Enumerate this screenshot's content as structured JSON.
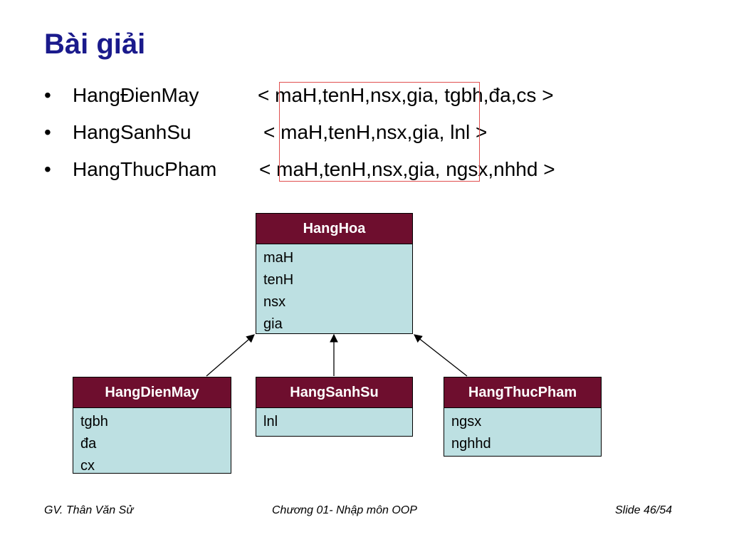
{
  "slide": {
    "title": "Bài giải",
    "bullets": [
      {
        "marker": "•",
        "name": "HangĐienMay",
        "attrs": "< maH,tenH,nsx,gia, tgbh,đa,cs >"
      },
      {
        "marker": "•",
        "name": "HangSanhSu",
        "attrs": "< maH,tenH,nsx,gia, lnl >"
      },
      {
        "marker": "•",
        "name": "HangThucPham",
        "attrs": "< maH,tenH,nsx,gia, ngsx,nhhd >"
      }
    ]
  },
  "diagram": {
    "base": {
      "name": "HangHoa",
      "attrs": [
        "maH",
        "tenH",
        "nsx",
        "gia"
      ]
    },
    "derived": [
      {
        "name": "HangDienMay",
        "attrs": [
          "tgbh",
          "đa",
          "cx"
        ]
      },
      {
        "name": "HangSanhSu",
        "attrs": [
          "lnl"
        ]
      },
      {
        "name": "HangThucPham",
        "attrs": [
          "ngsx",
          "nghhd"
        ]
      }
    ],
    "colors": {
      "header": "#6e0e2e",
      "body": "#bde0e2",
      "title": "#1a1a8c",
      "highlight": "#e05050"
    }
  },
  "footer": {
    "left": "GV. Thân Văn Sử",
    "center": "Chương 01- Nhập môn OOP",
    "right": "Slide 46/54"
  }
}
